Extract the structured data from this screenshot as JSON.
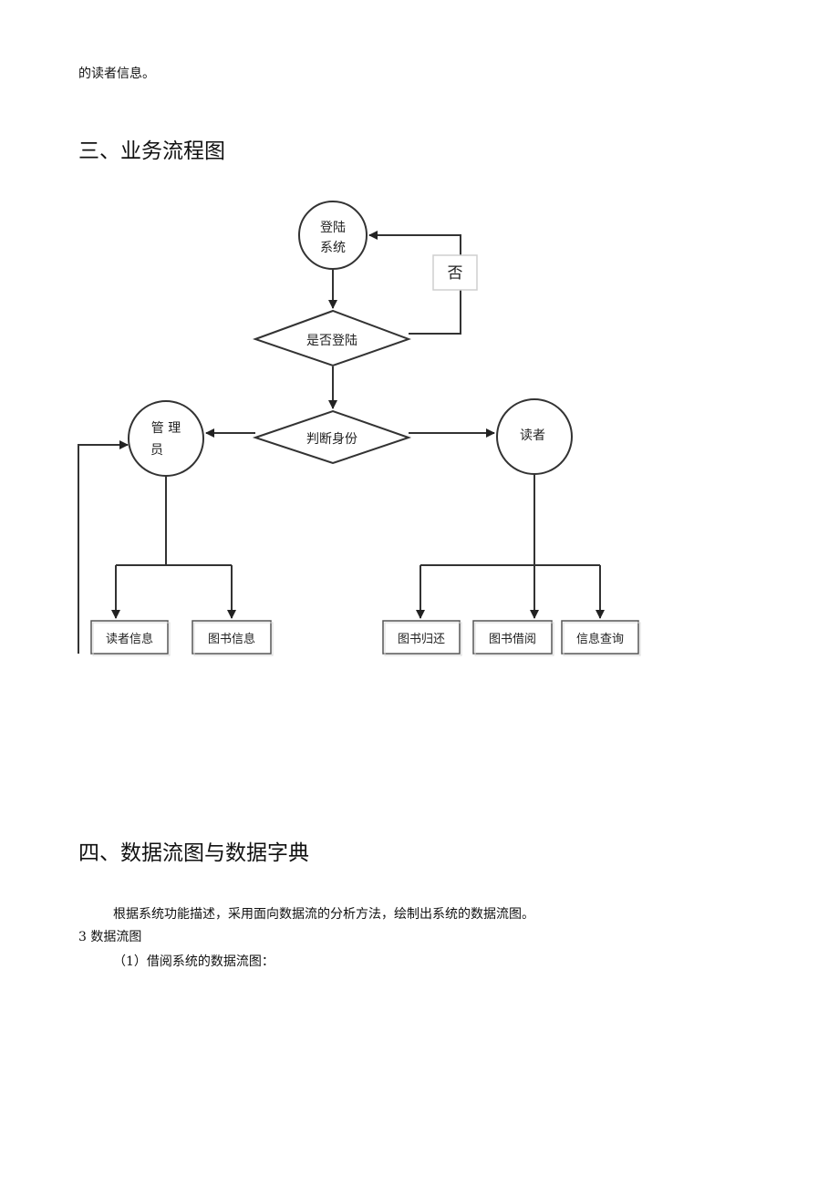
{
  "intro_tail": "的读者信息。",
  "section3": {
    "title": "三、业务流程图"
  },
  "flowchart": {
    "login_line1": "登陆",
    "login_line2": "系统",
    "no_label": "否",
    "check_login": "是否登陆",
    "judge_identity": "判断身份",
    "admin_line1": "管 理",
    "admin_line2": "员",
    "reader": "读者",
    "reader_info": "读者信息",
    "book_info": "图书信息",
    "book_return": "图书归还",
    "book_borrow": "图书借阅",
    "info_query": "信息查询"
  },
  "section4": {
    "title": "四、数据流图与数据字典",
    "paragraph": "根据系统功能描述，采用面向数据流的分析方法，绘制出系统的数据流图。",
    "subheading": "3 数据流图",
    "item1": "（1）借阅系统的数据流图："
  }
}
